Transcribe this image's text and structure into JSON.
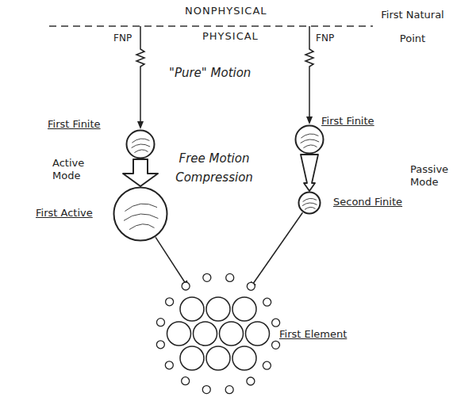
{
  "diagram": {
    "nodes": [
      {
        "text": [
          "First Finite"
        ]
      },
      {
        "text": [
          "First Finite"
        ]
      },
      {
        "text": [
          "First Active"
        ]
      },
      {
        "text": [
          "Second Finite"
        ]
      },
      {
        "text": [
          "First Element"
        ]
      }
    ],
    "edges": [
      {
        "from": 0,
        "to": 2,
        "arrow": "to"
      },
      {
        "from": 1,
        "to": 3,
        "arrow": "to"
      },
      {
        "from": 2,
        "to": 4,
        "arrow": "to"
      },
      {
        "from": 3,
        "to": 4,
        "arrow": "to"
      }
    ],
    "labels": [
      "NONPHYSICAL",
      "First Natural Point",
      "PHYSICAL",
      "FNP",
      "FNP",
      "\"Pure\" Motion",
      "Active Mode",
      "Free Motion Compression",
      "Passive Mode"
    ]
  }
}
